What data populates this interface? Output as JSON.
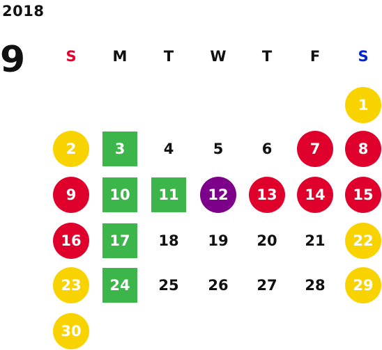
{
  "calendar": {
    "year": "2018",
    "month": "9",
    "weekdays": [
      {
        "label": "S",
        "color": "#e8002c"
      },
      {
        "label": "M",
        "color": "#111111"
      },
      {
        "label": "T",
        "color": "#111111"
      },
      {
        "label": "W",
        "color": "#111111"
      },
      {
        "label": "T",
        "color": "#111111"
      },
      {
        "label": "F",
        "color": "#111111"
      },
      {
        "label": "S",
        "color": "#0024d8"
      }
    ],
    "colors": {
      "yellow": "#f9d300",
      "red": "#e0002c",
      "green": "#3cb54a",
      "purple": "#7d008a"
    },
    "days": [
      {
        "day": "1",
        "col": 6,
        "row": 0,
        "style": "circle",
        "color": "yellow"
      },
      {
        "day": "2",
        "col": 0,
        "row": 1,
        "style": "circle",
        "color": "yellow"
      },
      {
        "day": "3",
        "col": 1,
        "row": 1,
        "style": "square",
        "color": "green"
      },
      {
        "day": "4",
        "col": 2,
        "row": 1,
        "style": "plain"
      },
      {
        "day": "5",
        "col": 3,
        "row": 1,
        "style": "plain"
      },
      {
        "day": "6",
        "col": 4,
        "row": 1,
        "style": "plain"
      },
      {
        "day": "7",
        "col": 5,
        "row": 1,
        "style": "circle",
        "color": "red"
      },
      {
        "day": "8",
        "col": 6,
        "row": 1,
        "style": "circle",
        "color": "red"
      },
      {
        "day": "9",
        "col": 0,
        "row": 2,
        "style": "circle",
        "color": "red"
      },
      {
        "day": "10",
        "col": 1,
        "row": 2,
        "style": "square",
        "color": "green"
      },
      {
        "day": "11",
        "col": 2,
        "row": 2,
        "style": "square",
        "color": "green"
      },
      {
        "day": "12",
        "col": 3,
        "row": 2,
        "style": "circle",
        "color": "purple"
      },
      {
        "day": "13",
        "col": 4,
        "row": 2,
        "style": "circle",
        "color": "red"
      },
      {
        "day": "14",
        "col": 5,
        "row": 2,
        "style": "circle",
        "color": "red"
      },
      {
        "day": "15",
        "col": 6,
        "row": 2,
        "style": "circle",
        "color": "red"
      },
      {
        "day": "16",
        "col": 0,
        "row": 3,
        "style": "circle",
        "color": "red"
      },
      {
        "day": "17",
        "col": 1,
        "row": 3,
        "style": "square",
        "color": "green"
      },
      {
        "day": "18",
        "col": 2,
        "row": 3,
        "style": "plain"
      },
      {
        "day": "19",
        "col": 3,
        "row": 3,
        "style": "plain"
      },
      {
        "day": "20",
        "col": 4,
        "row": 3,
        "style": "plain"
      },
      {
        "day": "21",
        "col": 5,
        "row": 3,
        "style": "plain"
      },
      {
        "day": "22",
        "col": 6,
        "row": 3,
        "style": "circle",
        "color": "yellow"
      },
      {
        "day": "23",
        "col": 0,
        "row": 4,
        "style": "circle",
        "color": "yellow"
      },
      {
        "day": "24",
        "col": 1,
        "row": 4,
        "style": "square",
        "color": "green"
      },
      {
        "day": "25",
        "col": 2,
        "row": 4,
        "style": "plain"
      },
      {
        "day": "26",
        "col": 3,
        "row": 4,
        "style": "plain"
      },
      {
        "day": "27",
        "col": 4,
        "row": 4,
        "style": "plain"
      },
      {
        "day": "28",
        "col": 5,
        "row": 4,
        "style": "plain"
      },
      {
        "day": "29",
        "col": 6,
        "row": 4,
        "style": "circle",
        "color": "yellow"
      },
      {
        "day": "30",
        "col": 0,
        "row": 5,
        "style": "circle",
        "color": "yellow"
      }
    ]
  }
}
